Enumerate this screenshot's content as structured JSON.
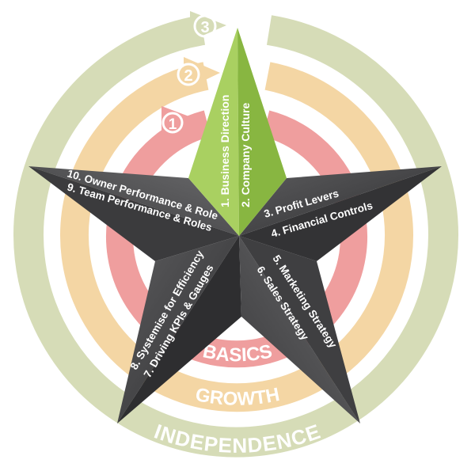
{
  "rings": {
    "outer": {
      "label": "INDEPENDENCE",
      "number": "3",
      "color": "#d6dcb7"
    },
    "middle": {
      "label": "GROWTH",
      "number": "2",
      "color": "#f4d6a4"
    },
    "inner": {
      "label": "BASICS",
      "number": "1",
      "color": "#ef9e9e"
    }
  },
  "star": {
    "top_point": {
      "line1": "1. Business Direction",
      "line2": "2. Company Culture",
      "color": "#9cc653"
    },
    "right_point": {
      "line1": "3. Profit Levers",
      "line2": "4. Financial Controls"
    },
    "lower_right_point": {
      "line1": "5. Marketing Strategy",
      "line2": "6. Sales Strategy"
    },
    "lower_left_point": {
      "line1": "8. Systemise for Efficiency",
      "line2": "7. Driving KPIs & Gauges"
    },
    "left_point": {
      "line1": "10. Owner Performance & Role",
      "line2": "9. Team Performance & Roles"
    }
  }
}
